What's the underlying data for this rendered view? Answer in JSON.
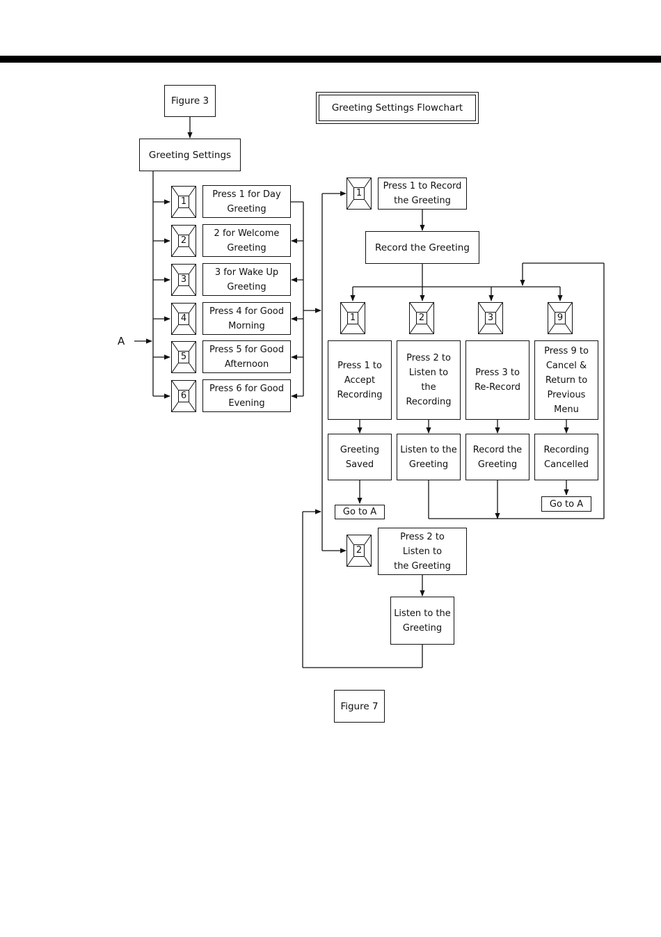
{
  "header_figure": "Figure 3",
  "title": "Greeting Settings Flowchart",
  "greeting_settings": "Greeting Settings",
  "entry_label": "A",
  "options": [
    {
      "key": "1",
      "label": "Press 1 for Day\nGreeting"
    },
    {
      "key": "2",
      "label": "2 for Welcome\nGreeting"
    },
    {
      "key": "3",
      "label": "3 for Wake Up\nGreeting"
    },
    {
      "key": "4",
      "label": "Press 4 for Good\nMorning"
    },
    {
      "key": "5",
      "label": "Press 5 for Good\nAfternoon"
    },
    {
      "key": "6",
      "label": "Press 6 for Good\nEvening"
    }
  ],
  "record": {
    "key": "1",
    "prompt": "Press 1 to Record\nthe Greeting",
    "action": "Record the Greeting"
  },
  "record_choices": [
    {
      "key": "1",
      "prompt": "Press 1 to\nAccept\nRecording",
      "result": "Greeting\nSaved",
      "goto": "Go to A"
    },
    {
      "key": "2",
      "prompt": "Press 2 to\nListen to\nthe Recording",
      "result": "Listen to the\nGreeting",
      "goto": ""
    },
    {
      "key": "3",
      "prompt": "Press 3 to\nRe-Record",
      "result": "Record the\nGreeting",
      "goto": ""
    },
    {
      "key": "9",
      "prompt": "Press 9 to\nCancel &\nReturn to\nPrevious\nMenu",
      "result": "Recording\nCancelled",
      "goto": "Go to A"
    }
  ],
  "listen": {
    "key": "2",
    "prompt": "Press 2 to\nListen to\nthe Greeting",
    "action": "Listen to the\nGreeting"
  },
  "footer_figure": "Figure 7"
}
